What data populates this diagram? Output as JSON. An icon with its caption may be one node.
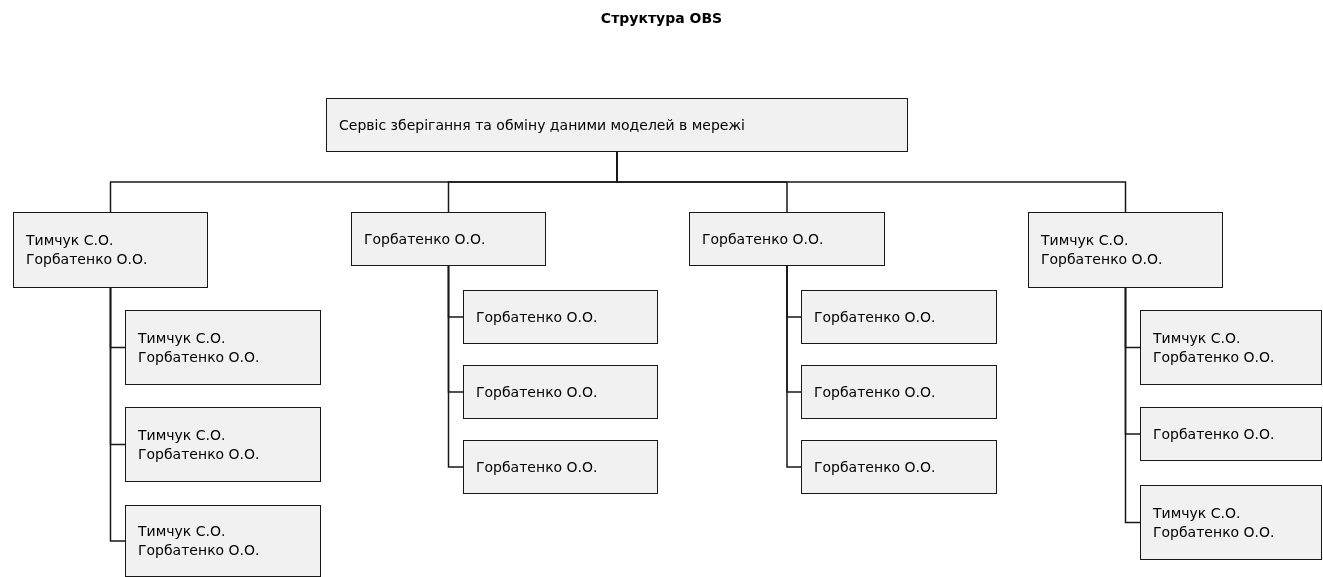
{
  "diagram": {
    "title": "Структура OBS",
    "nodes": [
      {
        "text": [
          "Сервіс зберігання та обміну даними моделей в мережі"
        ]
      },
      {
        "text": [
          "Тимчук С.О.",
          "Горбатенко О.О."
        ]
      },
      {
        "text": [
          "Тимчук С.О.",
          "Горбатенко О.О."
        ]
      },
      {
        "text": [
          "Тимчук С.О.",
          "Горбатенко О.О."
        ]
      },
      {
        "text": [
          "Тимчук С.О.",
          "Горбатенко О.О."
        ]
      },
      {
        "text": [
          "Горбатенко О.О."
        ]
      },
      {
        "text": [
          "Горбатенко О.О."
        ]
      },
      {
        "text": [
          "Горбатенко О.О."
        ]
      },
      {
        "text": [
          "Горбатенко О.О."
        ]
      },
      {
        "text": [
          "Горбатенко О.О."
        ]
      },
      {
        "text": [
          "Горбатенко О.О."
        ]
      },
      {
        "text": [
          "Горбатенко О.О."
        ]
      },
      {
        "text": [
          "Горбатенко О.О."
        ]
      },
      {
        "text": [
          "Тимчук С.О.",
          "Горбатенко О.О."
        ]
      },
      {
        "text": [
          "Тимчук С.О.",
          "Горбатенко О.О."
        ]
      },
      {
        "text": [
          "Горбатенко О.О."
        ]
      },
      {
        "text": [
          "Тимчук С.О.",
          "Горбатенко О.О."
        ]
      }
    ],
    "edges": [
      {
        "from": 0,
        "to": 1,
        "arrow": "none"
      },
      {
        "from": 0,
        "to": 5,
        "arrow": "none"
      },
      {
        "from": 0,
        "to": 9,
        "arrow": "none"
      },
      {
        "from": 0,
        "to": 13,
        "arrow": "none"
      },
      {
        "from": 1,
        "to": 2,
        "arrow": "none"
      },
      {
        "from": 1,
        "to": 3,
        "arrow": "none"
      },
      {
        "from": 1,
        "to": 4,
        "arrow": "none"
      },
      {
        "from": 5,
        "to": 6,
        "arrow": "none"
      },
      {
        "from": 5,
        "to": 7,
        "arrow": "none"
      },
      {
        "from": 5,
        "to": 8,
        "arrow": "none"
      },
      {
        "from": 9,
        "to": 10,
        "arrow": "none"
      },
      {
        "from": 9,
        "to": 11,
        "arrow": "none"
      },
      {
        "from": 9,
        "to": 12,
        "arrow": "none"
      },
      {
        "from": 13,
        "to": 14,
        "arrow": "none"
      },
      {
        "from": 13,
        "to": 15,
        "arrow": "none"
      },
      {
        "from": 13,
        "to": 16,
        "arrow": "none"
      }
    ]
  }
}
